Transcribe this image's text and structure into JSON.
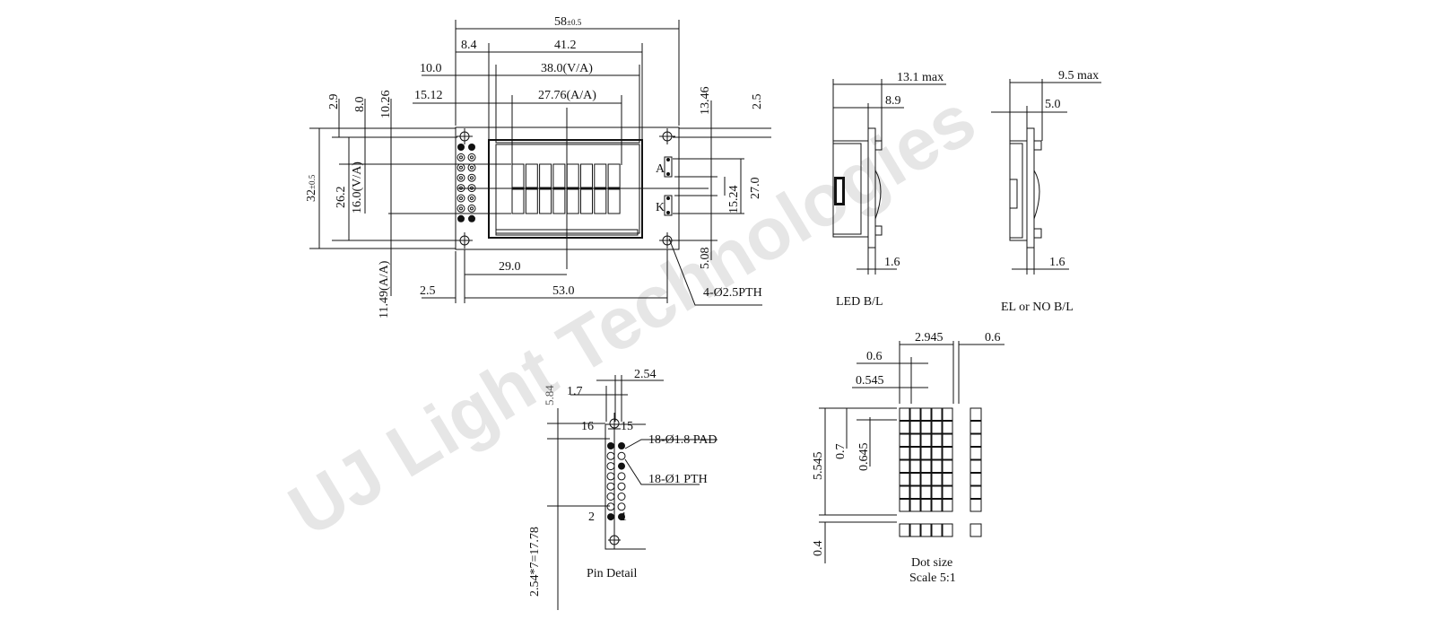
{
  "watermark": "UJ Light Technologies",
  "front_view": {
    "width_total": "58",
    "width_tol": "±0.5",
    "w_41_2": "41.2",
    "w_8_4": "8.4",
    "w_va": "38.0(V/A)",
    "w_10_0": "10.0",
    "w_aa": "27.76(A/A)",
    "w_15_12": "15.12",
    "h_2_9": "2.9",
    "h_8_0": "8.0",
    "h_10_26": "10.26",
    "h_total": "32",
    "h_tol": "±0.5",
    "h_26_2": "26.2",
    "h_va": "16.0(V/A)",
    "h_aa": "11.49(A/A)",
    "r_13_46": "13.46",
    "r_2_5": "2.5",
    "r_15_24": "15.24",
    "r_27_0": "27.0",
    "r_5_08": "5.08",
    "b_29_0": "29.0",
    "b_53_0": "53.0",
    "b_2_5": "2.5",
    "holes_note": "4-Ø2.5PTH",
    "label_a": "A",
    "label_k": "K"
  },
  "led_view": {
    "d_max": "13.1 max",
    "d_8_9": "8.9",
    "d_1_6": "1.6",
    "caption": "LED B/L"
  },
  "el_view": {
    "d_max": "9.5 max",
    "d_5_0": "5.0",
    "d_1_6": "1.6",
    "caption": "EL or NO B/L"
  },
  "pin_detail": {
    "d_2_54": "2.54",
    "d_1_7": "1.7",
    "d_5_84": "5.84",
    "d_pitch": "2.54*7=17.78",
    "pin16": "16",
    "pin15": "15",
    "pin2": "2",
    "pin1": "1",
    "pad_note": "18-Ø1.8 PAD",
    "pth_note": "18-Ø1 PTH",
    "caption": "Pin Detail"
  },
  "dot_size": {
    "d_2_945": "2.945",
    "d_0_6_right": "0.6",
    "d_0_6": "0.6",
    "d_0_545": "0.545",
    "d_5_545": "5.545",
    "d_0_7": "0.7",
    "d_0_645": "0.645",
    "d_0_4": "0.4",
    "caption": "Dot size",
    "scale": "Scale 5:1"
  }
}
